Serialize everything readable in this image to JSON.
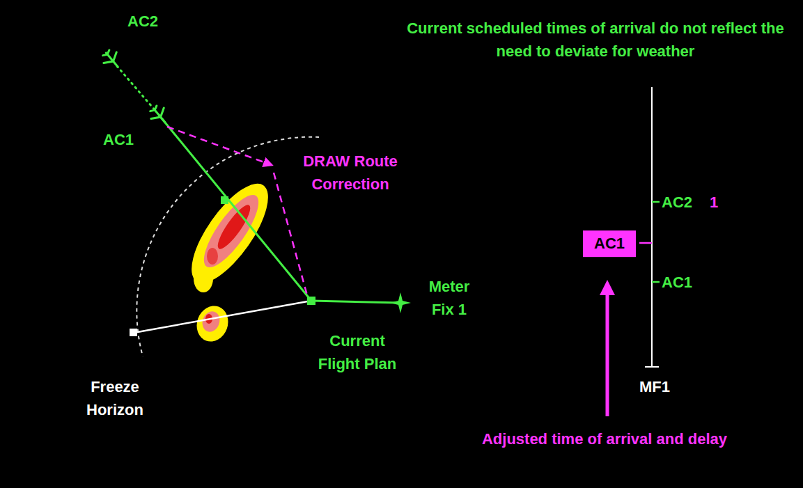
{
  "diagram": {
    "nodes": [
      {
        "text": [
          "AC1"
        ]
      }
    ],
    "labels": [
      "AC2",
      "AC1",
      "DRAW Route Correction",
      "Meter Fix 1",
      "Current Flight Plan",
      "Freeze Horizon",
      "Current scheduled times of arrival do not reflect the need to deviate for weather",
      "AC2",
      "1",
      "AC1",
      "MF1",
      "Adjusted time of arrival and delay"
    ]
  }
}
